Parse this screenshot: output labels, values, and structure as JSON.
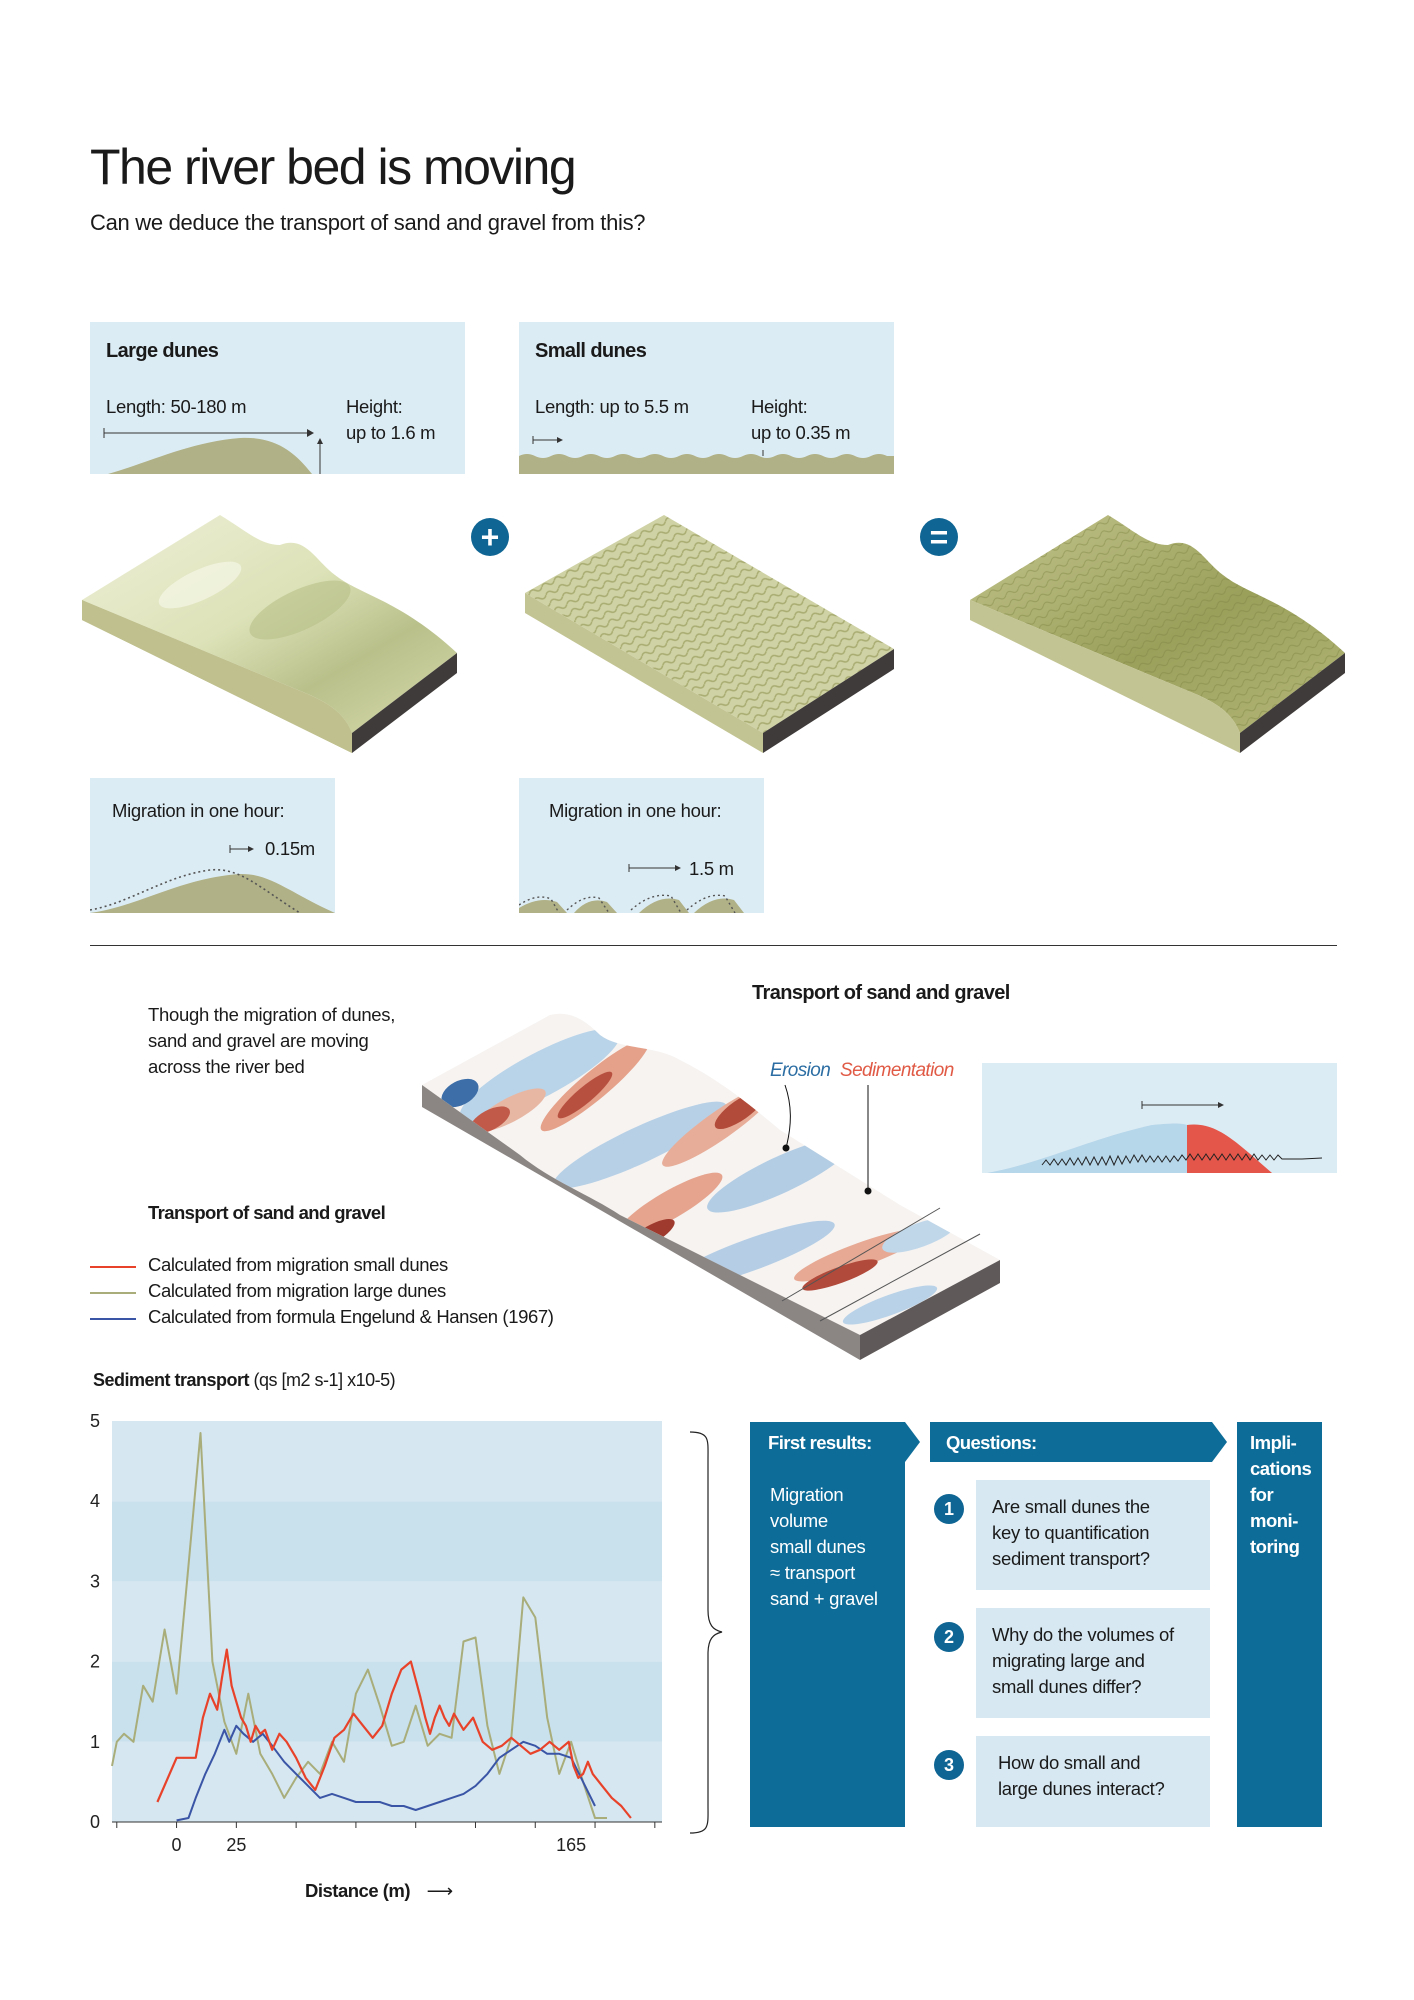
{
  "header": {
    "title": "The river bed is moving",
    "subtitle": "Can we deduce the transport of sand and gravel from this?"
  },
  "large_dunes": {
    "title": "Large dunes",
    "length": "Length: 50-180 m",
    "height_1": "Height:",
    "height_2": "up to 1.6 m",
    "migration_title": "Migration in one hour:",
    "migration_value": "0.15m"
  },
  "small_dunes": {
    "title": "Small dunes",
    "length": "Length: up to 5.5 m",
    "height_1": "Height:",
    "height_2": "up to 0.35 m",
    "migration_title": "Migration in one hour:",
    "migration_value": "1.5 m"
  },
  "operators": {
    "plus": "+",
    "equals": "="
  },
  "transport": {
    "intro_1": "Though the migration of dunes,",
    "intro_2": "sand and gravel are moving",
    "intro_3": "across the river bed",
    "map_title": "Transport of sand and gravel",
    "erosion": "Erosion",
    "sedimentation": "Sedimentation"
  },
  "legend": {
    "title": "Transport of sand and gravel",
    "items": [
      {
        "label": "Calculated from migration small dunes",
        "color": "#e8432a"
      },
      {
        "label": "Calculated from migration large dunes",
        "color": "#a8ad7a"
      },
      {
        "label": "Calculated from formula Engelund & Hansen (1967)",
        "color": "#3a55a5"
      }
    ]
  },
  "chart_data": {
    "type": "line",
    "title": "Sediment transport",
    "ylabel_unit": "(qs [m2 s-1] x10-5)",
    "xlabel": "Distance (m)",
    "yticks": [
      "0",
      "1",
      "2",
      "3",
      "4",
      "5"
    ],
    "xticks": [
      "0",
      "25",
      "165"
    ],
    "ylim": [
      0,
      5
    ],
    "xlim": [
      -27,
      203
    ],
    "series": [
      {
        "name": "Calculated from migration small dunes",
        "color": "#e8432a",
        "x": [
          -8,
          0,
          8,
          11,
          14,
          17,
          19,
          21,
          23,
          25,
          27,
          29,
          31,
          33,
          35,
          37,
          40,
          43,
          46,
          50,
          54,
          58,
          62,
          66,
          70,
          74,
          78,
          82,
          86,
          90,
          94,
          98,
          102,
          104,
          106,
          108,
          110,
          112,
          114,
          116,
          118,
          120,
          124,
          128,
          132,
          136,
          140,
          144,
          148,
          152,
          156,
          160,
          164,
          166,
          168,
          170,
          172,
          174,
          178,
          182,
          186,
          190
        ],
        "y": [
          0.25,
          0.8,
          0.8,
          1.3,
          1.6,
          1.4,
          1.8,
          2.15,
          1.7,
          1.5,
          1.3,
          1.2,
          1.0,
          1.2,
          1.1,
          1.15,
          0.9,
          1.1,
          1.0,
          0.8,
          0.55,
          0.4,
          0.7,
          1.05,
          1.15,
          1.35,
          1.2,
          1.05,
          1.2,
          1.6,
          1.9,
          2.0,
          1.55,
          1.3,
          1.1,
          1.3,
          1.45,
          1.3,
          1.2,
          1.35,
          1.25,
          1.15,
          1.3,
          1.0,
          0.9,
          0.95,
          1.05,
          0.95,
          0.85,
          0.9,
          1.0,
          0.9,
          1.0,
          0.7,
          0.55,
          0.6,
          0.75,
          0.6,
          0.45,
          0.3,
          0.2,
          0.05
        ]
      },
      {
        "name": "Calculated from migration large dunes",
        "color": "#a8ad7a",
        "x": [
          -27,
          -25,
          -22,
          -18,
          -14,
          -10,
          -5,
          0,
          5,
          10,
          15,
          20,
          25,
          30,
          35,
          40,
          45,
          50,
          55,
          60,
          65,
          70,
          75,
          80,
          85,
          90,
          95,
          100,
          105,
          110,
          115,
          120,
          125,
          130,
          135,
          140,
          145,
          150,
          155,
          160,
          165,
          170,
          175,
          180
        ],
        "y": [
          0.7,
          1.0,
          1.1,
          1.0,
          1.7,
          1.5,
          2.4,
          1.6,
          3.2,
          4.85,
          2.0,
          1.25,
          0.85,
          1.6,
          0.85,
          0.6,
          0.3,
          0.55,
          0.75,
          0.6,
          1.0,
          0.75,
          1.6,
          1.9,
          1.45,
          0.95,
          1.0,
          1.45,
          0.95,
          1.1,
          1.05,
          2.25,
          2.3,
          1.2,
          0.6,
          1.05,
          2.8,
          2.55,
          1.3,
          0.6,
          1.0,
          0.5,
          0.05,
          0.05
        ]
      },
      {
        "name": "Calculated from formula Engelund & Hansen (1967)",
        "color": "#3a55a5",
        "x": [
          0,
          5,
          8,
          12,
          16,
          20,
          22,
          25,
          28,
          32,
          36,
          40,
          45,
          50,
          55,
          60,
          65,
          70,
          75,
          80,
          85,
          90,
          95,
          100,
          105,
          110,
          115,
          120,
          125,
          130,
          135,
          140,
          145,
          150,
          155,
          160,
          165,
          170,
          175
        ],
        "y": [
          0.02,
          0.05,
          0.3,
          0.6,
          0.85,
          1.15,
          1.0,
          1.2,
          1.1,
          1.0,
          1.1,
          0.95,
          0.75,
          0.6,
          0.45,
          0.3,
          0.35,
          0.3,
          0.25,
          0.25,
          0.25,
          0.2,
          0.2,
          0.15,
          0.2,
          0.25,
          0.3,
          0.35,
          0.45,
          0.6,
          0.8,
          0.9,
          1.0,
          0.95,
          0.85,
          0.85,
          0.8,
          0.5,
          0.2
        ]
      }
    ]
  },
  "first_results": {
    "title": "First results:",
    "body": [
      "Migration",
      "volume",
      "small dunes",
      "≈ transport",
      "sand + gravel"
    ]
  },
  "questions": {
    "title": "Questions:",
    "items": [
      {
        "num": "1",
        "lines": [
          "Are small dunes the",
          "key to quantification",
          "sediment transport?"
        ]
      },
      {
        "num": "2",
        "lines": [
          "Why do the volumes of",
          "migrating large and",
          "small dunes differ?"
        ]
      },
      {
        "num": "3",
        "lines": [
          "How do small and",
          "large dunes interact?"
        ]
      }
    ]
  },
  "implications": {
    "lines": [
      "Impli-",
      "cations",
      "for",
      "moni-",
      "toring"
    ]
  }
}
